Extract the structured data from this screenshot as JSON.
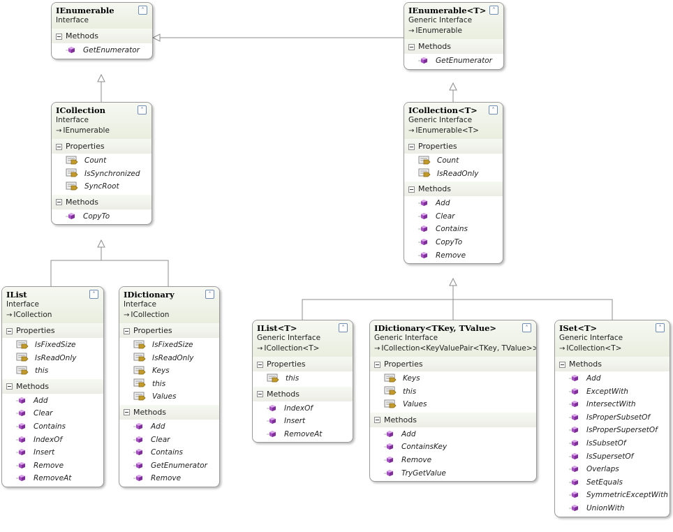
{
  "colors": {
    "method": "#a64fc2",
    "property": "#c29a2c",
    "header": "#e9eedf",
    "border": "#9a9a9a"
  },
  "icons": {
    "collapse": "double-chevron-up-icon",
    "method": "method-cube-icon",
    "property": "property-hand-icon",
    "inherits": "arrow-right-icon"
  },
  "boxes": {
    "ienumerable": {
      "title": "IEnumerable",
      "kind": "Interface",
      "base": "",
      "methods_label": "Methods",
      "methods": [
        "GetEnumerator"
      ]
    },
    "ienumerable_t": {
      "title": "IEnumerable<T>",
      "kind": "Generic Interface",
      "base": "IEnumerable",
      "methods_label": "Methods",
      "methods": [
        "GetEnumerator"
      ]
    },
    "icollection": {
      "title": "ICollection",
      "kind": "Interface",
      "base": "IEnumerable",
      "properties_label": "Properties",
      "properties": [
        "Count",
        "IsSynchronized",
        "SyncRoot"
      ],
      "methods_label": "Methods",
      "methods": [
        "CopyTo"
      ]
    },
    "icollection_t": {
      "title": "ICollection<T>",
      "kind": "Generic Interface",
      "base": "IEnumerable<T>",
      "properties_label": "Properties",
      "properties": [
        "Count",
        "IsReadOnly"
      ],
      "methods_label": "Methods",
      "methods": [
        "Add",
        "Clear",
        "Contains",
        "CopyTo",
        "Remove"
      ]
    },
    "ilist": {
      "title": "IList",
      "kind": "Interface",
      "base": "ICollection",
      "properties_label": "Properties",
      "properties": [
        "IsFixedSize",
        "IsReadOnly",
        "this"
      ],
      "methods_label": "Methods",
      "methods": [
        "Add",
        "Clear",
        "Contains",
        "IndexOf",
        "Insert",
        "Remove",
        "RemoveAt"
      ]
    },
    "idictionary": {
      "title": "IDictionary",
      "kind": "Interface",
      "base": "ICollection",
      "properties_label": "Properties",
      "properties": [
        "IsFixedSize",
        "IsReadOnly",
        "Keys",
        "this",
        "Values"
      ],
      "methods_label": "Methods",
      "methods": [
        "Add",
        "Clear",
        "Contains",
        "GetEnumerator",
        "Remove"
      ]
    },
    "ilist_t": {
      "title": "IList<T>",
      "kind": "Generic Interface",
      "base": "ICollection<T>",
      "properties_label": "Properties",
      "properties": [
        "this"
      ],
      "methods_label": "Methods",
      "methods": [
        "IndexOf",
        "Insert",
        "RemoveAt"
      ]
    },
    "idictionary_t": {
      "title": "IDictionary<TKey, TValue>",
      "kind": "Generic Interface",
      "base": "ICollection<KeyValuePair<TKey, TValue>>",
      "properties_label": "Properties",
      "properties": [
        "Keys",
        "this",
        "Values"
      ],
      "methods_label": "Methods",
      "methods": [
        "Add",
        "ContainsKey",
        "Remove",
        "TryGetValue"
      ]
    },
    "iset_t": {
      "title": "ISet<T>",
      "kind": "Generic Interface",
      "base": "ICollection<T>",
      "methods_label": "Methods",
      "methods": [
        "Add",
        "ExceptWith",
        "IntersectWith",
        "IsProperSubsetOf",
        "IsProperSupersetOf",
        "IsSubsetOf",
        "IsSupersetOf",
        "Overlaps",
        "SetEquals",
        "SymmetricExceptWith",
        "UnionWith"
      ]
    }
  }
}
